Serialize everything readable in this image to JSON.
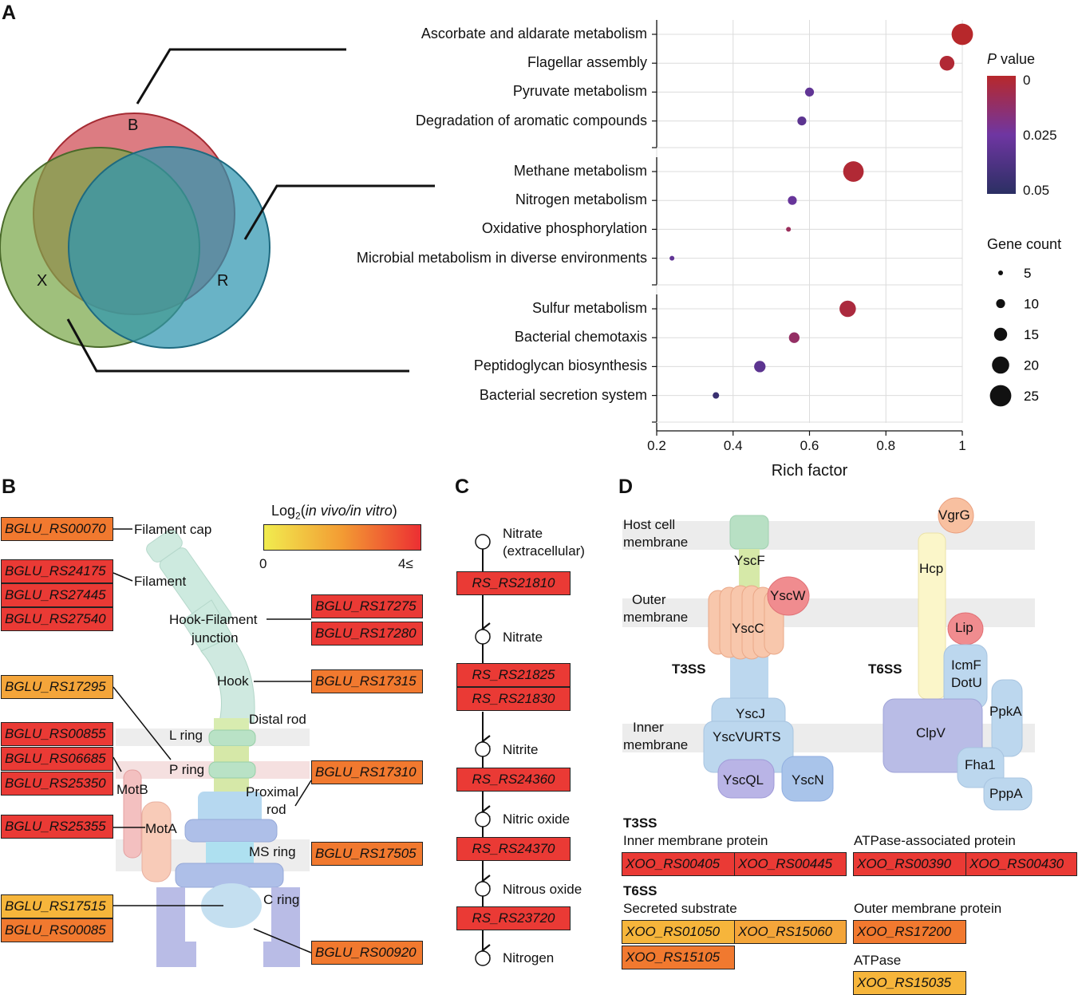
{
  "panels": {
    "a": "A",
    "b": "B",
    "c": "C",
    "d": "D"
  },
  "venn": {
    "b": "B",
    "x": "X",
    "r": "R"
  },
  "chart_data": {
    "type": "scatter",
    "xlabel": "Rich factor",
    "xlim": [
      0.2,
      1
    ],
    "xticks": [
      "0.2",
      "0.4",
      "0.6",
      "0.8",
      "1"
    ],
    "groups": [
      {
        "points": [
          {
            "label": "Ascorbate and aldarate metabolism",
            "x": 1.0,
            "p": 0.0,
            "count": 25
          },
          {
            "label": "Flagellar assembly",
            "x": 0.96,
            "p": 0.002,
            "count": 17
          },
          {
            "label": "Pyruvate metabolism",
            "x": 0.6,
            "p": 0.03,
            "count": 10
          },
          {
            "label": "Degradation of aromatic compounds",
            "x": 0.58,
            "p": 0.032,
            "count": 10
          }
        ]
      },
      {
        "points": [
          {
            "label": "Methane metabolism",
            "x": 0.715,
            "p": 0.002,
            "count": 24
          },
          {
            "label": "Nitrogen metabolism",
            "x": 0.555,
            "p": 0.028,
            "count": 10
          },
          {
            "label": "Oxidative phosphorylation",
            "x": 0.545,
            "p": 0.01,
            "count": 5
          },
          {
            "label": "Microbial metabolism in diverse environments",
            "x": 0.24,
            "p": 0.03,
            "count": 5
          }
        ]
      },
      {
        "points": [
          {
            "label": "Sulfur metabolism",
            "x": 0.7,
            "p": 0.004,
            "count": 19
          },
          {
            "label": "Bacterial chemotaxis",
            "x": 0.56,
            "p": 0.012,
            "count": 12
          },
          {
            "label": "Peptidoglycan biosynthesis",
            "x": 0.47,
            "p": 0.032,
            "count": 13
          },
          {
            "label": "Bacterial secretion system",
            "x": 0.355,
            "p": 0.045,
            "count": 7
          }
        ]
      }
    ],
    "legend": {
      "pvalue_title_italic": "P",
      "pvalue_title_rest": " value",
      "pvalue_ticks": [
        "0",
        "0.025",
        "0.05"
      ],
      "pvalue_colors": [
        "#b7282b",
        "#6f36a2",
        "#2b2f63"
      ],
      "count_title": "Gene count",
      "counts": [
        5,
        10,
        15,
        20,
        25
      ],
      "count_labels": [
        "5",
        "10",
        "15",
        "20",
        "25"
      ]
    }
  },
  "flagellum": {
    "scale_title_pre": "Log",
    "scale_title_sub": "2",
    "scale_title_open": "(",
    "scale_title_italic": "in vivo/in vitro",
    "scale_title_close": ")",
    "scale_min": "0",
    "scale_max": "4≤",
    "scale_colors": [
      "#f1ec4f",
      "#f39b33",
      "#ec2f33"
    ],
    "parts": {
      "filament_cap": "Filament cap",
      "filament": "Filament",
      "hook_filament": "Hook-Filament",
      "junction": "junction",
      "hook": "Hook",
      "distal_rod": "Distal rod",
      "l_ring": "L ring",
      "p_ring": "P ring",
      "motb": "MotB",
      "proximal": "Proximal",
      "rod": "rod",
      "mota": "MotA",
      "ms_ring": "MS ring",
      "c_ring": "C ring"
    },
    "genes_left": [
      "BGLU_RS00070",
      "BGLU_RS24175",
      "BGLU_RS27445",
      "BGLU_RS27540",
      "BGLU_RS17295",
      "BGLU_RS00855",
      "BGLU_RS06685",
      "BGLU_RS25350",
      "BGLU_RS25355",
      "BGLU_RS17515",
      "BGLU_RS00085"
    ],
    "genes_right": [
      "BGLU_RS17275",
      "BGLU_RS17280",
      "BGLU_RS17315",
      "BGLU_RS17310",
      "BGLU_RS17505",
      "BGLU_RS00920"
    ]
  },
  "nitrogen": {
    "nodes": [
      "Nitrate",
      "(extracellular)",
      "Nitrate",
      "Nitrite",
      "Nitric oxide",
      "Nitrous oxide",
      "Nitrogen"
    ],
    "genes": [
      "RS_RS21810",
      "RS_RS21825",
      "RS_RS21830",
      "RS_RS24360",
      "RS_RS24370",
      "RS_RS23720"
    ]
  },
  "secretion": {
    "membranes": {
      "host1": "Host cell",
      "host2": "membrane",
      "outer1": "Outer",
      "outer2": "membrane",
      "inner1": "Inner",
      "inner2": "membrane"
    },
    "t3ss_label": "T3SS",
    "t6ss_label": "T6SS",
    "proteins": {
      "yscf": "YscF",
      "yscw": "YscW",
      "yscc": "YscC",
      "yscj": "YscJ",
      "yscvurts": "YscVURTS",
      "yscql": "YscQL",
      "yscn": "YscN",
      "vgrg": "VgrG",
      "hcp": "Hcp",
      "lip": "Lip",
      "icmf": "IcmF",
      "dotu": "DotU",
      "clpv": "ClpV",
      "ppka": "PpkA",
      "fha1": "Fha1",
      "pppa": "PppA"
    },
    "table": {
      "t3ss": "T3SS",
      "inner_membrane": "Inner membrane  protein",
      "atpase_assoc": "ATPase-associated protein",
      "t6ss": "T6SS",
      "secreted": "Secreted substrate",
      "outer_membrane": "Outer membrane protein",
      "atpase": "ATPase",
      "g_inner": [
        "XOO_RS00405",
        "XOO_RS00445"
      ],
      "g_atpase_assoc": [
        "XOO_RS00390",
        "XOO_RS00430"
      ],
      "g_secreted": [
        "XOO_RS01050",
        "XOO_RS15060",
        "XOO_RS15105"
      ],
      "g_outer": [
        "XOO_RS17200"
      ],
      "g_atpase": [
        "XOO_RS15035"
      ]
    }
  }
}
